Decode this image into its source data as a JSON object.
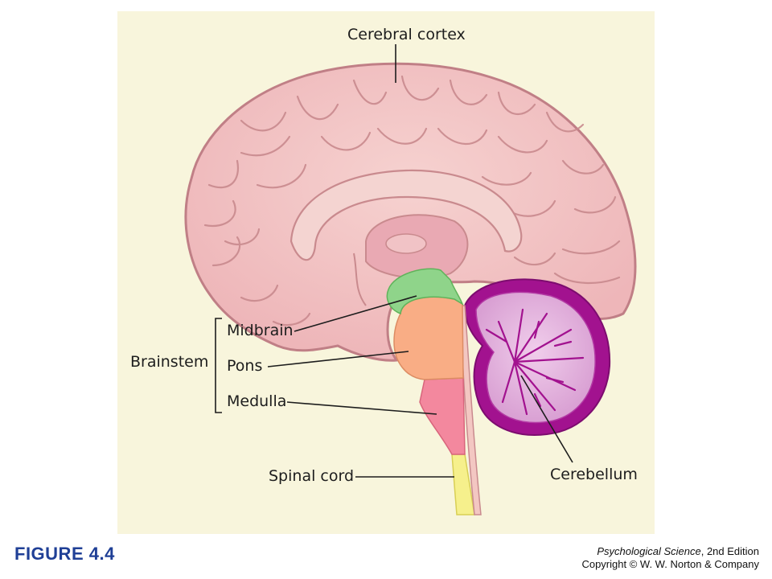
{
  "labels": {
    "cerebral_cortex": "Cerebral cortex",
    "midbrain": "Midbrain",
    "brainstem": "Brainstem",
    "pons": "Pons",
    "medulla": "Medulla",
    "spinal_cord": "Spinal cord",
    "cerebellum": "Cerebellum"
  },
  "figure": {
    "label": "FIGURE 4.4",
    "book_title": "Psychological Science",
    "edition": ", 2nd Edition",
    "copyright": "Copyright © W. W. Norton & Company"
  },
  "colors": {
    "background": "#f8f5dc",
    "cortex": "#f2c4c4",
    "cortex_outline": "#c98a8e",
    "midbrain": "#8fd48a",
    "pons": "#f9ad85",
    "medulla": "#f3889e",
    "spinal_cord": "#f6f08c",
    "cerebellum": "#a2128f",
    "cerebellum_inner": "#e9b9e5",
    "figure_label": "#1f3f96"
  }
}
